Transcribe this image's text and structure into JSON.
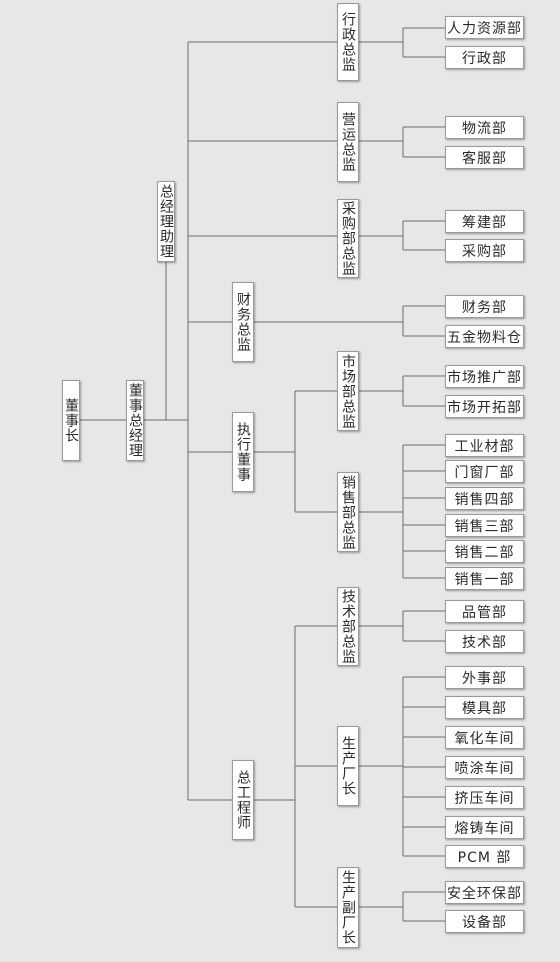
{
  "nodes": {
    "chairman": "董事长",
    "ceo": "董事总经理",
    "gm_assistant": "总经理助理",
    "admin_director": "行政总监",
    "hr_dept": "人力资源部",
    "admin_dept": "行政部",
    "ops_director": "营运总监",
    "logistics_dept": "物流部",
    "customer_service_dept": "客服部",
    "purchasing_director": "采购部总监",
    "construction_dept": "筹建部",
    "purchasing_dept": "采购部",
    "finance_director": "财务总监",
    "finance_dept": "财务部",
    "hardware_warehouse": "五金物料仓",
    "executive_director": "执行董事",
    "marketing_director": "市场部总监",
    "market_promo_dept": "市场推广部",
    "market_dev_dept": "市场开拓部",
    "sales_director": "销售部总监",
    "industrial_dept": "工业材部",
    "doors_windows_dept": "门窗厂部",
    "sales4": "销售四部",
    "sales3": "销售三部",
    "sales2": "销售二部",
    "sales1": "销售一部",
    "chief_engineer": "总工程师",
    "tech_director": "技术部总监",
    "qc_dept": "品管部",
    "tech_dept": "技术部",
    "plant_manager": "生产厂长",
    "foreign_affairs_dept": "外事部",
    "mold_dept": "模具部",
    "oxidation_workshop": "氧化车间",
    "spray_workshop": "喷涂车间",
    "extrusion_workshop": "挤压车间",
    "casting_workshop": "熔铸车间",
    "pcm_dept": "PCM 部",
    "deputy_plant_manager": "生产副厂长",
    "safety_env_dept": "安全环保部",
    "equipment_dept": "设备部"
  },
  "colors": {
    "background": "#e6e7e8",
    "box": "#ffffff",
    "line": "#6e6e6e",
    "text": "#2b2b2b"
  }
}
